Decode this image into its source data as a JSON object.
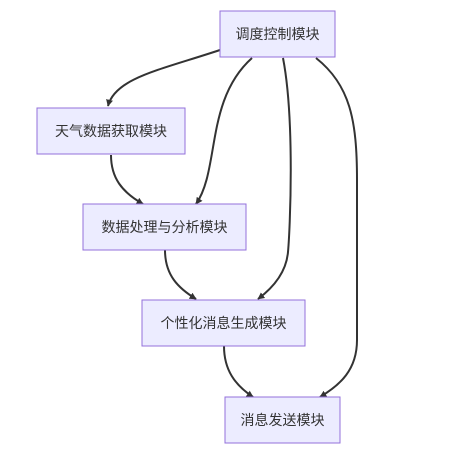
{
  "diagram": {
    "nodes": {
      "scheduler": "调度控制模块",
      "weather_fetch": "天气数据获取模块",
      "data_process": "数据处理与分析模块",
      "message_gen": "个性化消息生成模块",
      "message_send": "消息发送模块"
    },
    "edges": [
      {
        "from": "scheduler",
        "to": "weather_fetch"
      },
      {
        "from": "scheduler",
        "to": "data_process"
      },
      {
        "from": "scheduler",
        "to": "message_gen"
      },
      {
        "from": "scheduler",
        "to": "message_send"
      },
      {
        "from": "weather_fetch",
        "to": "data_process"
      },
      {
        "from": "data_process",
        "to": "message_gen"
      },
      {
        "from": "message_gen",
        "to": "message_send"
      }
    ],
    "colors": {
      "node_fill": "#ececff",
      "node_border": "#9370db",
      "edge": "#333333",
      "text": "#333333"
    }
  }
}
